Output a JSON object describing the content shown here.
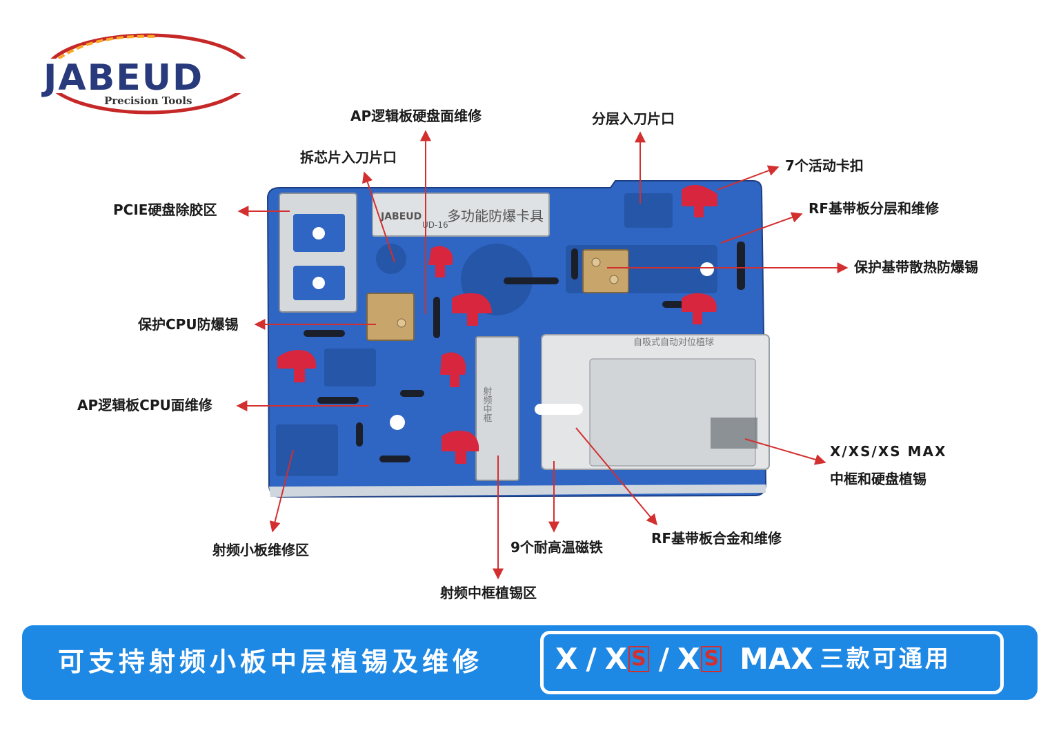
{
  "logo": {
    "brand": "JABEUD",
    "tagline": "Precision Tools"
  },
  "labels": {
    "ap_disk": "AP逻辑板硬盘面维修",
    "layer_slot": "分层入刀片口",
    "chip_slot": "拆芯片入刀片口",
    "clips": "7个活动卡扣",
    "pcie": "PCIE硬盘除胶区",
    "rf_layer": "RF基带板分层和维修",
    "protect_bb": "保护基带散热防爆锡",
    "protect_cpu": "保护CPU防爆锡",
    "ap_cpu": "AP逻辑板CPU面维修",
    "x_models": "X/XS/XS MAX",
    "frame_disk": "中框和硬盘植锡",
    "rf_small": "射频小板维修区",
    "magnets": "9个耐高温磁铁",
    "rf_alloy": "RF基带板合金和维修",
    "rf_frame": "射频中框植锡区"
  },
  "fixture": {
    "plate_text": "多功能防爆卡具",
    "plate_model": "UD-16",
    "plate_brand": "JABEUD",
    "stencil_text": "自吸式自动对位植球",
    "small_stencil_text": "射频中框"
  },
  "banner": {
    "left_text": "可支持射频小板中层植锡及维修",
    "m1": "X",
    "slash": "/",
    "m2": "X",
    "s": "S",
    "max": "MAX",
    "right_text": "三款可通用"
  }
}
